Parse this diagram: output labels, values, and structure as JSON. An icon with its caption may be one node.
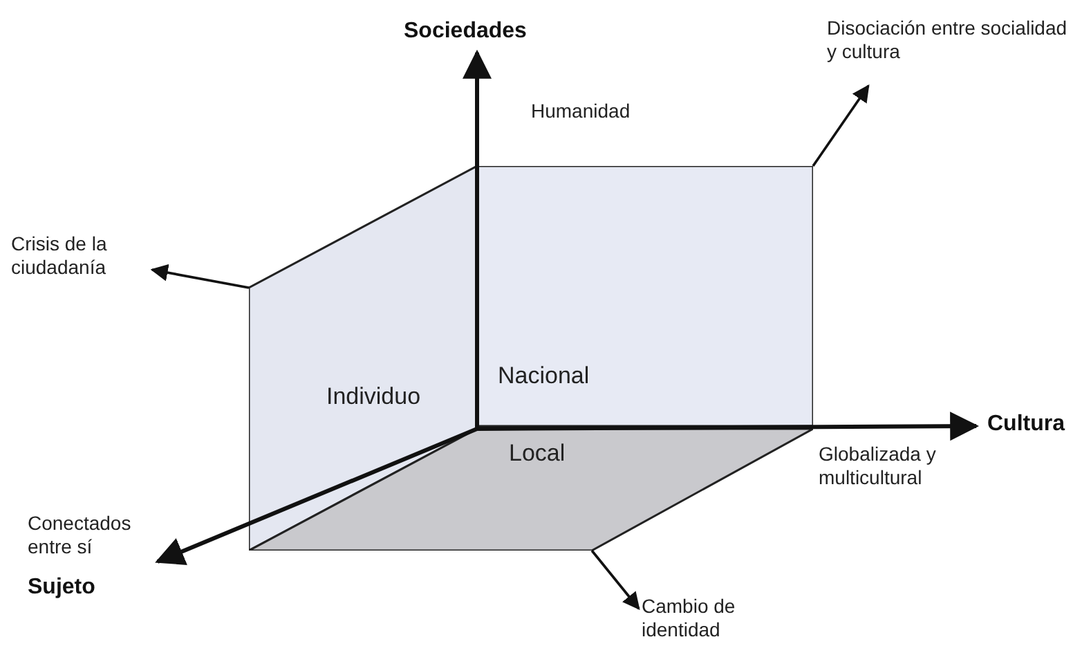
{
  "diagram": {
    "nodes": [
      {
        "text": [
          "Individuo"
        ]
      },
      {
        "text": [
          "Nacional"
        ]
      },
      {
        "text": [
          "Local"
        ]
      },
      {
        "text": [
          "Crisis de la ciudadanía"
        ]
      },
      {
        "text": [
          "Disociación entre socialidad y cultura"
        ]
      },
      {
        "text": [
          "Cambio de identidad"
        ]
      }
    ],
    "edges": [
      {
        "from": 0,
        "to": 3,
        "arrow": "to"
      },
      {
        "from": 1,
        "to": 4,
        "arrow": "to"
      },
      {
        "from": 2,
        "to": 5,
        "arrow": "to"
      }
    ],
    "labels": [
      "Sociedades",
      "Humanidad",
      "Cultura",
      "Globalizada y multicultural",
      "Conectados entre sí",
      "Sujeto"
    ]
  }
}
